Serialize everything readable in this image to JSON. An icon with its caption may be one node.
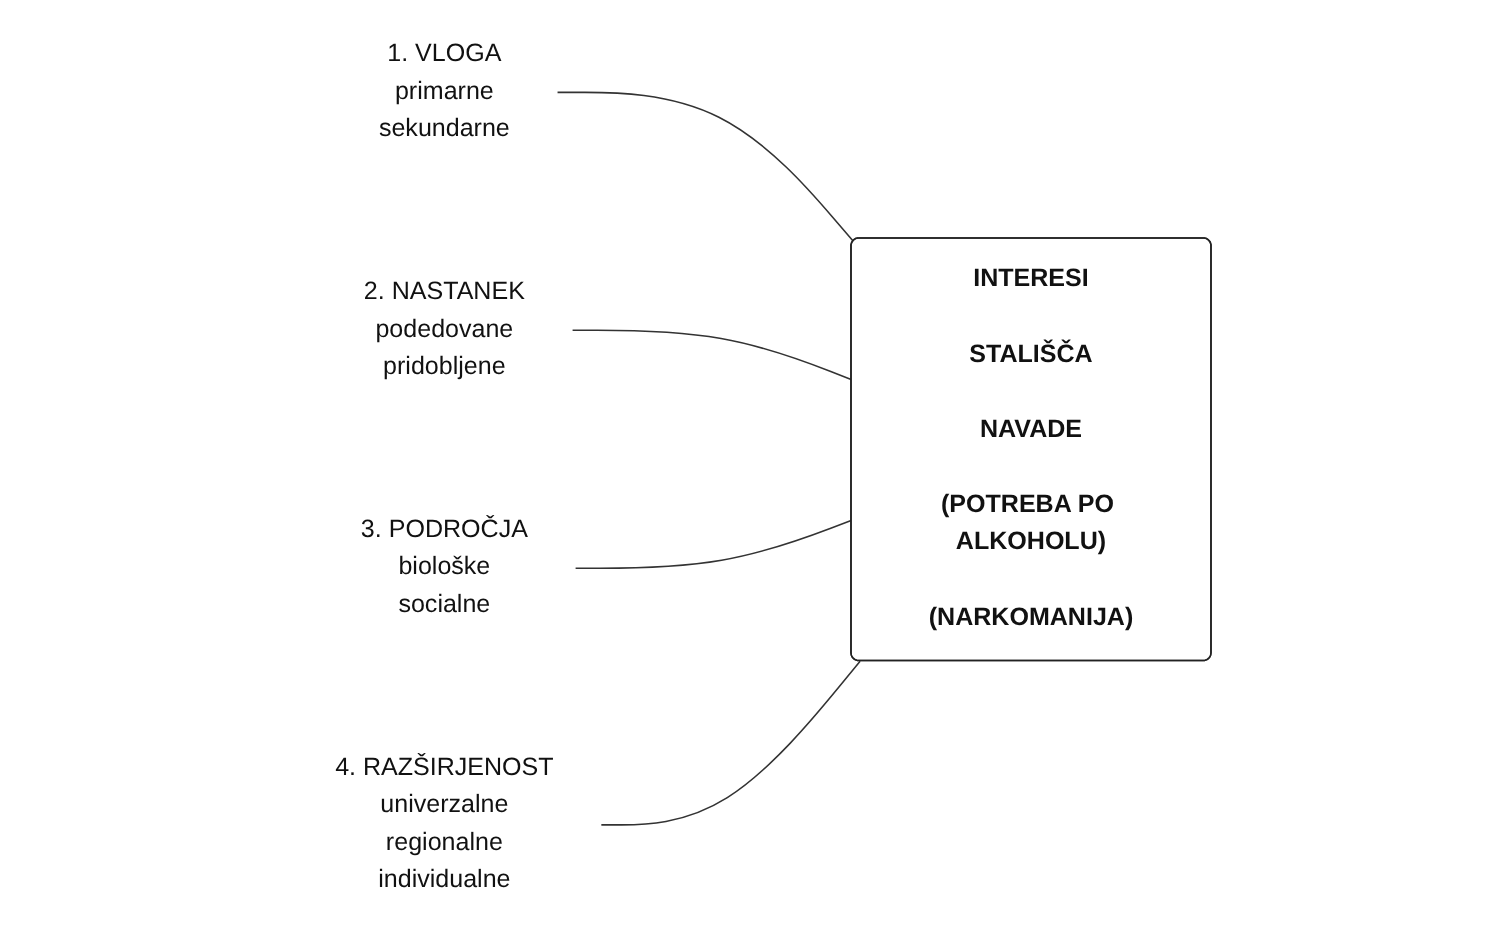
{
  "diagram": {
    "nodes": [
      {
        "text": [
          "1. VLOGA",
          "primarne",
          "sekundarne"
        ]
      },
      {
        "text": [
          "2. NASTANEK",
          "podedovane",
          "pridobljene"
        ]
      },
      {
        "text": [
          "3. PODROČJA",
          "biološke",
          "socialne"
        ]
      },
      {
        "text": [
          "4. RAZŠIRJENOST",
          "univerzalne",
          "regionalne",
          "individualne"
        ]
      },
      {
        "text": [
          "INTERESI",
          "STALIŠČA",
          "NAVADE",
          "(POTREBA PO ALKOHOLU)",
          "(NARKOMANIJA)"
        ]
      }
    ],
    "edges": [
      {
        "from": 0,
        "to": 4,
        "arrow": "none"
      },
      {
        "from": 1,
        "to": 4,
        "arrow": "none"
      },
      {
        "from": 2,
        "to": 4,
        "arrow": "none"
      },
      {
        "from": 3,
        "to": 4,
        "arrow": "none"
      }
    ]
  }
}
